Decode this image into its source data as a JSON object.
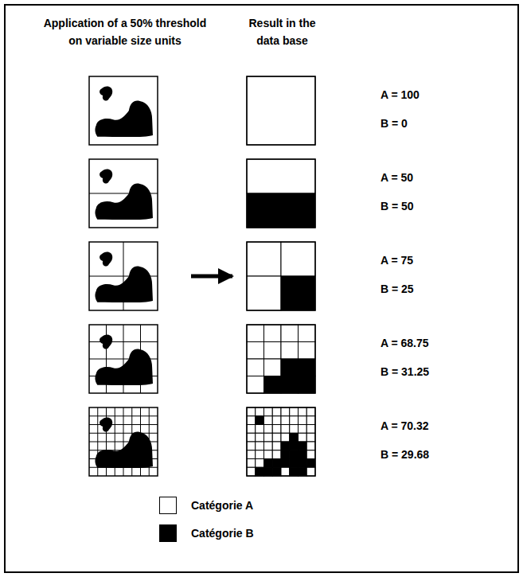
{
  "diagram": {
    "labels": [
      "Application of a 50% threshold on variable size units",
      "Result in the data base",
      "A = 100",
      "B = 0",
      "A = 50",
      "B = 50",
      "A = 75",
      "B = 25",
      "A = 68.75",
      "B = 31.25",
      "A = 70.32",
      "B = 29.68"
    ],
    "legend": [
      {
        "text": "Catégorie A",
        "color": "#ffffff"
      },
      {
        "text": "Catégorie B",
        "color": "#000000"
      }
    ]
  }
}
